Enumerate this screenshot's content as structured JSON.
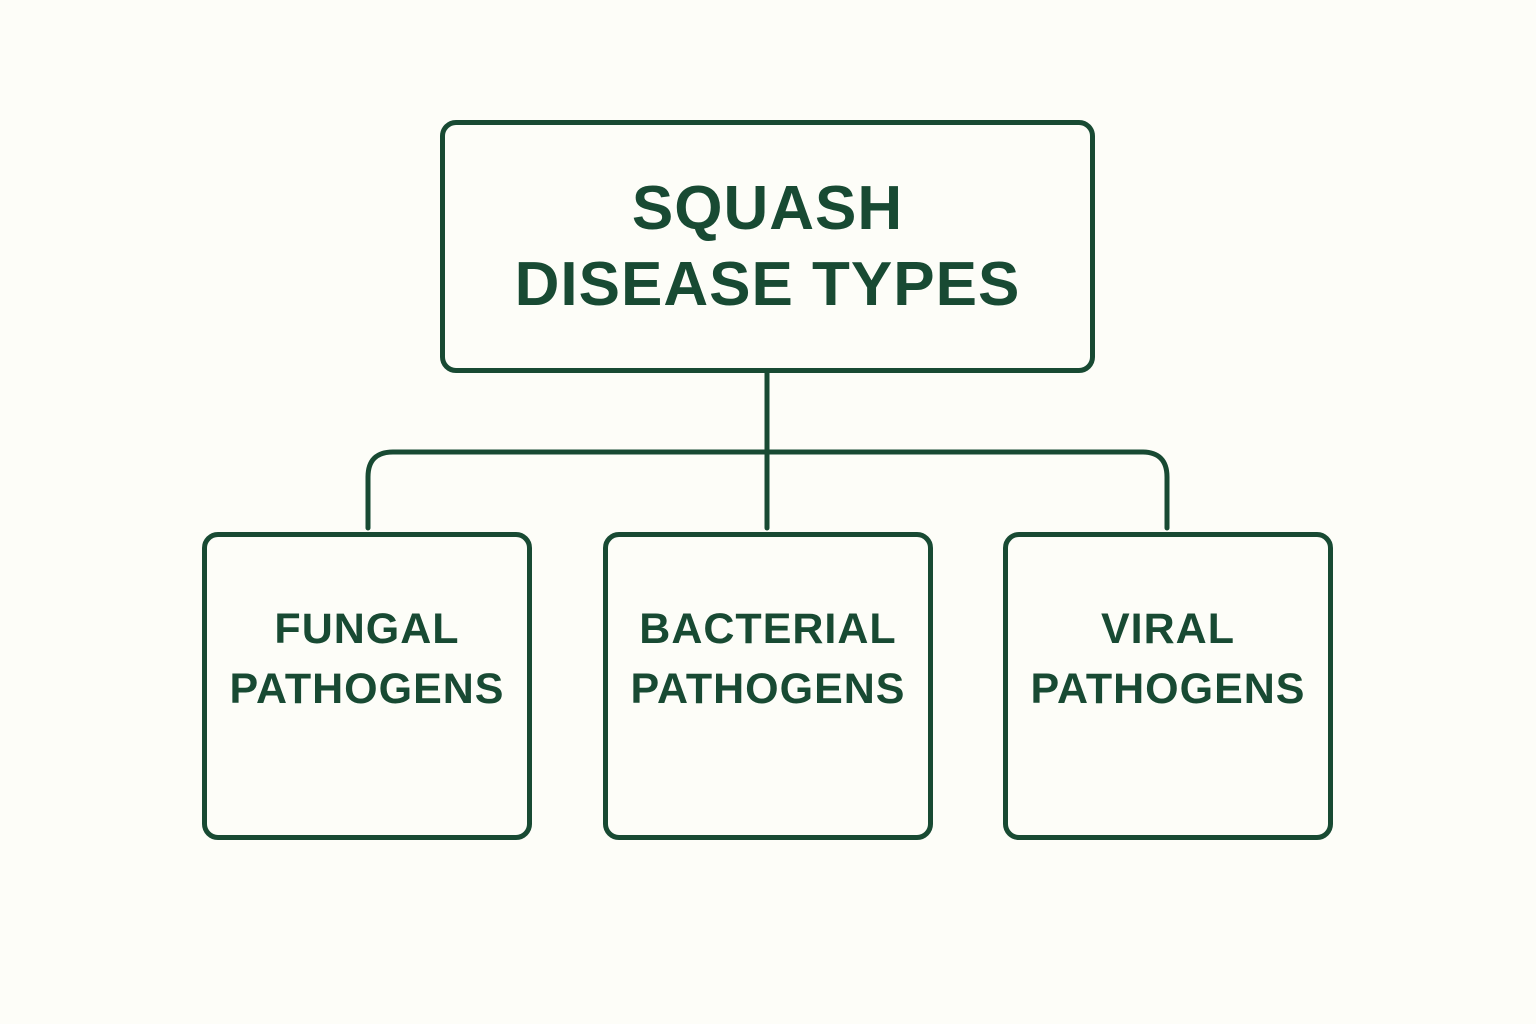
{
  "diagram": {
    "root": {
      "line1": "SQUASH",
      "line2": "DISEASE TYPES"
    },
    "children": [
      {
        "line1": "FUNGAL",
        "line2": "PATHOGENS"
      },
      {
        "line1": "BACTERIAL",
        "line2": "PATHOGENS"
      },
      {
        "line1": "VIRAL",
        "line2": "PATHOGENS"
      }
    ]
  },
  "colors": {
    "stroke": "#184a33",
    "text": "#184a33",
    "background": "#fdfdf8"
  }
}
